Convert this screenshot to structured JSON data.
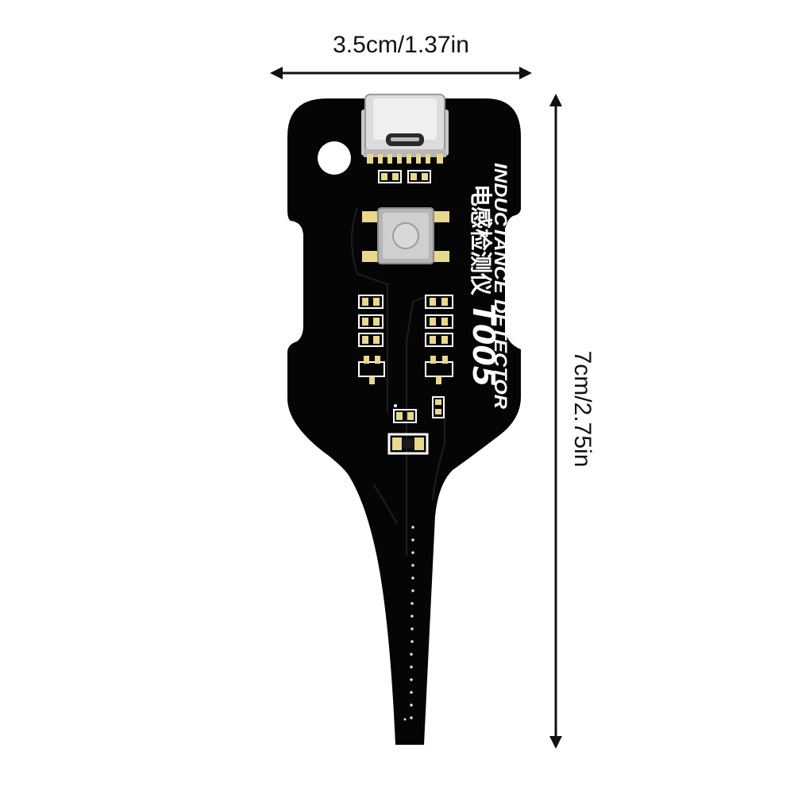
{
  "dimensions": {
    "width_text": "3.5cm/1.37in",
    "height_text": "7cm/2.75in"
  },
  "board": {
    "model_text": "T005",
    "chinese_title": "电感检测仪",
    "english_title": "INDUCTANCE DETECTOR"
  },
  "colors": {
    "board": "#050505",
    "silkscreen": "#ffffff",
    "pad": "#e8d88a",
    "arrow": "#111111"
  }
}
